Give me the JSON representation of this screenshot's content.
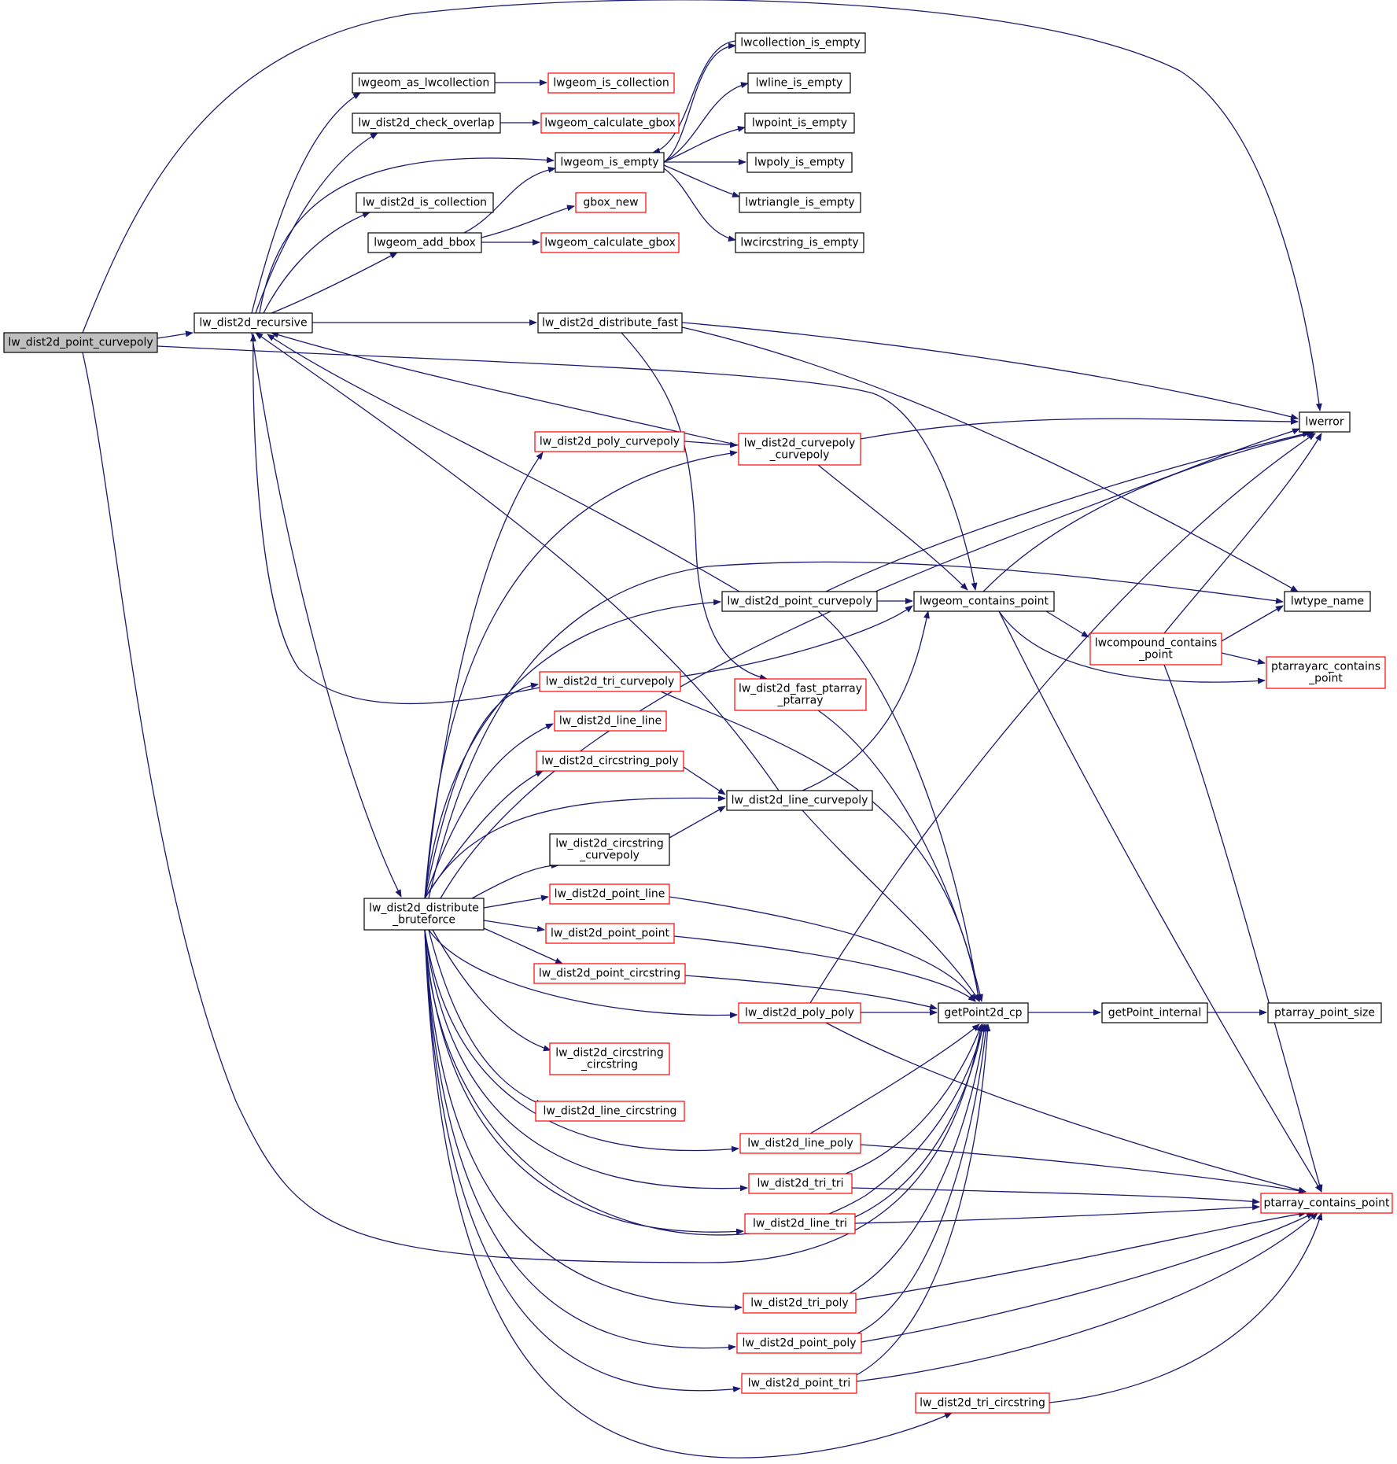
{
  "colors": {
    "edge": "#191970",
    "node_border_ok": "#000000",
    "node_border_truncated": "#ff0000",
    "selected_fill": "#bfbfbf",
    "background": "#ffffff"
  },
  "nodes": {
    "n_self": {
      "lines": [
        "lw_dist2d_point_curvepoly"
      ],
      "border": "black",
      "selected": true
    },
    "n_recursive": {
      "lines": [
        "lw_dist2d_recursive"
      ],
      "border": "black"
    },
    "n_as_coll": {
      "lines": [
        "lwgeom_as_lwcollection"
      ],
      "border": "black"
    },
    "n_is_collection_red": {
      "lines": [
        "lwgeom_is_collection"
      ],
      "border": "red"
    },
    "n_check_overlap": {
      "lines": [
        "lw_dist2d_check_overlap"
      ],
      "border": "black"
    },
    "n_calc_gbox1": {
      "lines": [
        "lwgeom_calculate_gbox"
      ],
      "border": "red"
    },
    "n_is_empty": {
      "lines": [
        "lwgeom_is_empty"
      ],
      "border": "black"
    },
    "n_coll_empty": {
      "lines": [
        "lwcollection_is_empty"
      ],
      "border": "black"
    },
    "n_line_empty": {
      "lines": [
        "lwline_is_empty"
      ],
      "border": "black"
    },
    "n_point_empty": {
      "lines": [
        "lwpoint_is_empty"
      ],
      "border": "black"
    },
    "n_poly_empty": {
      "lines": [
        "lwpoly_is_empty"
      ],
      "border": "black"
    },
    "n_tri_empty": {
      "lines": [
        "lwtriangle_is_empty"
      ],
      "border": "black"
    },
    "n_circ_empty": {
      "lines": [
        "lwcircstring_is_empty"
      ],
      "border": "black"
    },
    "n_is_coll": {
      "lines": [
        "lw_dist2d_is_collection"
      ],
      "border": "black"
    },
    "n_add_bbox": {
      "lines": [
        "lwgeom_add_bbox"
      ],
      "border": "black"
    },
    "n_gbox_new": {
      "lines": [
        "gbox_new"
      ],
      "border": "red"
    },
    "n_calc_gbox2": {
      "lines": [
        "lwgeom_calculate_gbox"
      ],
      "border": "red"
    },
    "n_dist_fast": {
      "lines": [
        "lw_dist2d_distribute_fast"
      ],
      "border": "black"
    },
    "n_lwerror": {
      "lines": [
        "lwerror"
      ],
      "border": "black"
    },
    "n_poly_cpoly": {
      "lines": [
        "lw_dist2d_poly_curvepoly"
      ],
      "border": "red"
    },
    "n_cpoly_cpoly": {
      "lines": [
        "lw_dist2d_curvepoly",
        "_curvepoly"
      ],
      "border": "red"
    },
    "n_pt_cpoly": {
      "lines": [
        "lw_dist2d_point_curvepoly"
      ],
      "border": "black"
    },
    "n_contains": {
      "lines": [
        "lwgeom_contains_point"
      ],
      "border": "black"
    },
    "n_lwtype": {
      "lines": [
        "lwtype_name"
      ],
      "border": "black"
    },
    "n_compound": {
      "lines": [
        "lwcompound_contains",
        "_point"
      ],
      "border": "red"
    },
    "n_ptarc": {
      "lines": [
        "ptarrayarc_contains",
        "_point"
      ],
      "border": "red"
    },
    "n_tri_cpoly": {
      "lines": [
        "lw_dist2d_tri_curvepoly"
      ],
      "border": "red"
    },
    "n_fast_pa": {
      "lines": [
        "lw_dist2d_fast_ptarray",
        "_ptarray"
      ],
      "border": "red"
    },
    "n_line_line": {
      "lines": [
        "lw_dist2d_line_line"
      ],
      "border": "red"
    },
    "n_circ_poly": {
      "lines": [
        "lw_dist2d_circstring_poly"
      ],
      "border": "red"
    },
    "n_line_cpoly": {
      "lines": [
        "lw_dist2d_line_curvepoly"
      ],
      "border": "black"
    },
    "n_circ_cpoly": {
      "lines": [
        "lw_dist2d_circstring",
        "_curvepoly"
      ],
      "border": "black"
    },
    "n_brute": {
      "lines": [
        "lw_dist2d_distribute",
        "_bruteforce"
      ],
      "border": "black"
    },
    "n_pt_line": {
      "lines": [
        "lw_dist2d_point_line"
      ],
      "border": "red"
    },
    "n_pt_pt": {
      "lines": [
        "lw_dist2d_point_point"
      ],
      "border": "red"
    },
    "n_pt_circ": {
      "lines": [
        "lw_dist2d_point_circstring"
      ],
      "border": "red"
    },
    "n_poly_poly": {
      "lines": [
        "lw_dist2d_poly_poly"
      ],
      "border": "red"
    },
    "n_getpt": {
      "lines": [
        "getPoint2d_cp"
      ],
      "border": "black"
    },
    "n_getpt_int": {
      "lines": [
        "getPoint_internal"
      ],
      "border": "black"
    },
    "n_pt_size": {
      "lines": [
        "ptarray_point_size"
      ],
      "border": "black"
    },
    "n_circ_circ": {
      "lines": [
        "lw_dist2d_circstring",
        "_circstring"
      ],
      "border": "red"
    },
    "n_line_circ": {
      "lines": [
        "lw_dist2d_line_circstring"
      ],
      "border": "red"
    },
    "n_line_poly": {
      "lines": [
        "lw_dist2d_line_poly"
      ],
      "border": "red"
    },
    "n_tri_tri": {
      "lines": [
        "lw_dist2d_tri_tri"
      ],
      "border": "red"
    },
    "n_pa_contains": {
      "lines": [
        "ptarray_contains_point"
      ],
      "border": "red"
    },
    "n_line_tri": {
      "lines": [
        "lw_dist2d_line_tri"
      ],
      "border": "red"
    },
    "n_tri_poly": {
      "lines": [
        "lw_dist2d_tri_poly"
      ],
      "border": "red"
    },
    "n_pt_poly": {
      "lines": [
        "lw_dist2d_point_poly"
      ],
      "border": "red"
    },
    "n_pt_tri": {
      "lines": [
        "lw_dist2d_point_tri"
      ],
      "border": "red"
    },
    "n_tri_circ": {
      "lines": [
        "lw_dist2d_tri_circstring"
      ],
      "border": "red"
    }
  },
  "edges": [
    [
      "n_self",
      "n_recursive"
    ],
    [
      "n_self",
      "n_lwerror"
    ],
    [
      "n_self",
      "n_contains"
    ],
    [
      "n_self",
      "n_getpt"
    ],
    [
      "n_recursive",
      "n_as_coll"
    ],
    [
      "n_recursive",
      "n_check_overlap"
    ],
    [
      "n_recursive",
      "n_is_empty"
    ],
    [
      "n_recursive",
      "n_is_coll"
    ],
    [
      "n_recursive",
      "n_add_bbox"
    ],
    [
      "n_recursive",
      "n_dist_fast"
    ],
    [
      "n_recursive",
      "n_brute"
    ],
    [
      "n_as_coll",
      "n_is_collection_red"
    ],
    [
      "n_check_overlap",
      "n_calc_gbox1"
    ],
    [
      "n_is_empty",
      "n_coll_empty"
    ],
    [
      "n_is_empty",
      "n_line_empty"
    ],
    [
      "n_is_empty",
      "n_point_empty"
    ],
    [
      "n_is_empty",
      "n_poly_empty"
    ],
    [
      "n_is_empty",
      "n_tri_empty"
    ],
    [
      "n_is_empty",
      "n_circ_empty"
    ],
    [
      "n_coll_empty",
      "n_is_empty"
    ],
    [
      "n_add_bbox",
      "n_is_empty"
    ],
    [
      "n_add_bbox",
      "n_gbox_new"
    ],
    [
      "n_add_bbox",
      "n_calc_gbox2"
    ],
    [
      "n_dist_fast",
      "n_lwerror"
    ],
    [
      "n_dist_fast",
      "n_lwtype"
    ],
    [
      "n_dist_fast",
      "n_fast_pa"
    ],
    [
      "n_poly_cpoly",
      "n_cpoly_cpoly"
    ],
    [
      "n_cpoly_cpoly",
      "n_recursive"
    ],
    [
      "n_cpoly_cpoly",
      "n_lwerror"
    ],
    [
      "n_cpoly_cpoly",
      "n_contains"
    ],
    [
      "n_pt_cpoly",
      "n_recursive"
    ],
    [
      "n_pt_cpoly",
      "n_lwerror"
    ],
    [
      "n_pt_cpoly",
      "n_contains"
    ],
    [
      "n_pt_cpoly",
      "n_getpt"
    ],
    [
      "n_contains",
      "n_lwerror"
    ],
    [
      "n_contains",
      "n_compound"
    ],
    [
      "n_contains",
      "n_ptarc"
    ],
    [
      "n_contains",
      "n_pa_contains"
    ],
    [
      "n_compound",
      "n_lwerror"
    ],
    [
      "n_compound",
      "n_lwtype"
    ],
    [
      "n_compound",
      "n_ptarc"
    ],
    [
      "n_compound",
      "n_pa_contains"
    ],
    [
      "n_tri_cpoly",
      "n_recursive"
    ],
    [
      "n_tri_cpoly",
      "n_contains"
    ],
    [
      "n_tri_cpoly",
      "n_getpt"
    ],
    [
      "n_fast_pa",
      "n_getpt"
    ],
    [
      "n_circ_poly",
      "n_line_cpoly"
    ],
    [
      "n_line_cpoly",
      "n_recursive"
    ],
    [
      "n_line_cpoly",
      "n_contains"
    ],
    [
      "n_line_cpoly",
      "n_getpt"
    ],
    [
      "n_circ_cpoly",
      "n_line_cpoly"
    ],
    [
      "n_brute",
      "n_lwerror"
    ],
    [
      "n_brute",
      "n_lwtype"
    ],
    [
      "n_brute",
      "n_poly_cpoly"
    ],
    [
      "n_brute",
      "n_cpoly_cpoly"
    ],
    [
      "n_brute",
      "n_pt_cpoly"
    ],
    [
      "n_brute",
      "n_tri_cpoly"
    ],
    [
      "n_brute",
      "n_line_line"
    ],
    [
      "n_brute",
      "n_circ_poly"
    ],
    [
      "n_brute",
      "n_line_cpoly"
    ],
    [
      "n_brute",
      "n_circ_cpoly"
    ],
    [
      "n_brute",
      "n_pt_line"
    ],
    [
      "n_brute",
      "n_pt_pt"
    ],
    [
      "n_brute",
      "n_pt_circ"
    ],
    [
      "n_brute",
      "n_poly_poly"
    ],
    [
      "n_brute",
      "n_circ_circ"
    ],
    [
      "n_brute",
      "n_line_circ"
    ],
    [
      "n_brute",
      "n_line_poly"
    ],
    [
      "n_brute",
      "n_tri_tri"
    ],
    [
      "n_brute",
      "n_line_tri"
    ],
    [
      "n_brute",
      "n_tri_poly"
    ],
    [
      "n_brute",
      "n_pt_poly"
    ],
    [
      "n_brute",
      "n_pt_tri"
    ],
    [
      "n_brute",
      "n_tri_circ"
    ],
    [
      "n_brute",
      "n_getpt"
    ],
    [
      "n_pt_line",
      "n_getpt"
    ],
    [
      "n_pt_pt",
      "n_getpt"
    ],
    [
      "n_pt_circ",
      "n_getpt"
    ],
    [
      "n_poly_poly",
      "n_getpt"
    ],
    [
      "n_poly_poly",
      "n_lwerror"
    ],
    [
      "n_poly_poly",
      "n_pa_contains"
    ],
    [
      "n_getpt",
      "n_getpt_int"
    ],
    [
      "n_getpt_int",
      "n_pt_size"
    ],
    [
      "n_line_poly",
      "n_getpt"
    ],
    [
      "n_line_poly",
      "n_pa_contains"
    ],
    [
      "n_tri_tri",
      "n_getpt"
    ],
    [
      "n_tri_tri",
      "n_pa_contains"
    ],
    [
      "n_line_tri",
      "n_getpt"
    ],
    [
      "n_line_tri",
      "n_pa_contains"
    ],
    [
      "n_tri_poly",
      "n_getpt"
    ],
    [
      "n_tri_poly",
      "n_pa_contains"
    ],
    [
      "n_pt_poly",
      "n_getpt"
    ],
    [
      "n_pt_poly",
      "n_pa_contains"
    ],
    [
      "n_pt_tri",
      "n_getpt"
    ],
    [
      "n_pt_tri",
      "n_pa_contains"
    ],
    [
      "n_tri_circ",
      "n_pa_contains"
    ]
  ]
}
